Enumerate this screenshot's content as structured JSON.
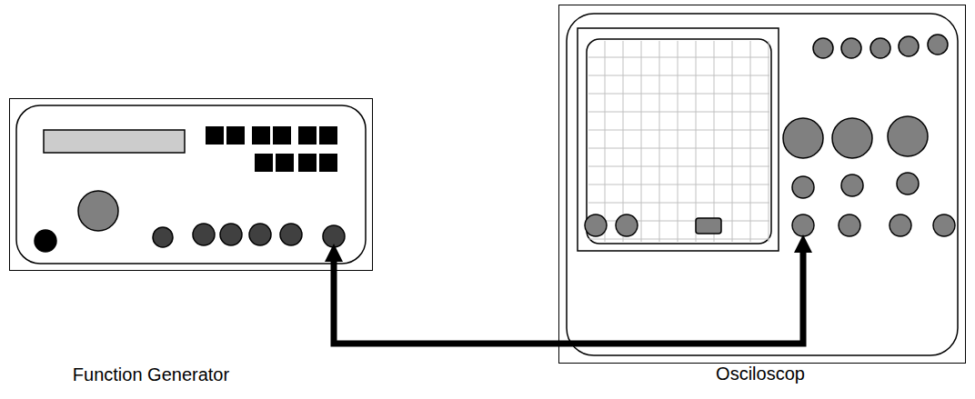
{
  "diagram": {
    "nodes": [
      {
        "text": [
          "Function Generator"
        ]
      },
      {
        "text": [
          "Osciloscop"
        ]
      }
    ],
    "edges": [
      {
        "from": 0,
        "to": 1,
        "arrow": "both"
      }
    ]
  }
}
